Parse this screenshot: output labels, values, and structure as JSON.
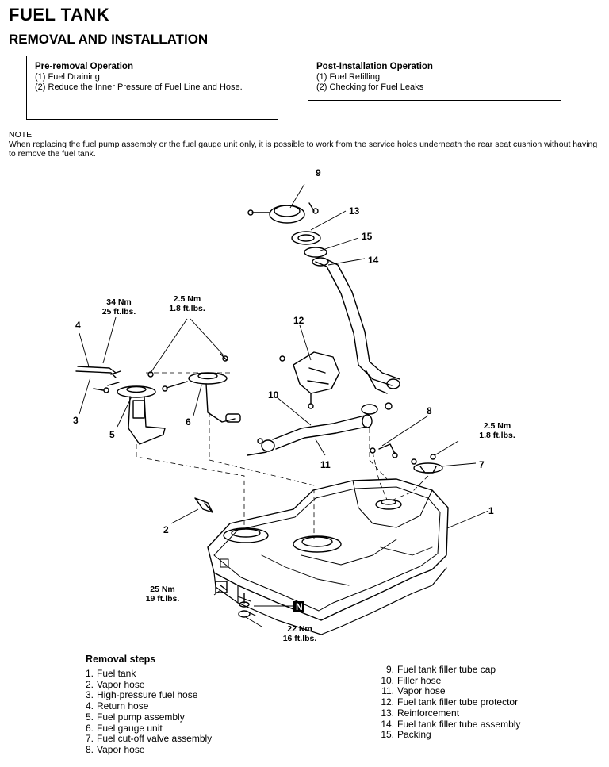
{
  "page": {
    "title": "FUEL TANK",
    "subtitle": "REMOVAL AND INSTALLATION"
  },
  "pre_removal": {
    "heading": "Pre-removal Operation",
    "items": [
      "(1)  Fuel Draining",
      "(2)  Reduce the Inner Pressure of Fuel Line and Hose."
    ]
  },
  "post_installation": {
    "heading": "Post-Installation Operation",
    "items": [
      "(1)  Fuel Refilling",
      "(2)  Checking for Fuel Leaks"
    ]
  },
  "note": {
    "heading": "NOTE",
    "text": "When replacing the fuel pump assembly or the fuel gauge unit only, it is possible to work from the service holes underneath the rear seat cushion without having to remove the fuel tank."
  },
  "diagram": {
    "callouts": [
      "1",
      "2",
      "3",
      "4",
      "5",
      "6",
      "7",
      "8",
      "9",
      "10",
      "11",
      "12",
      "13",
      "14",
      "15"
    ],
    "marker": "N",
    "torques": [
      {
        "nm": "34 Nm",
        "ft": "25 ft.lbs."
      },
      {
        "nm": "2.5 Nm",
        "ft": "1.8 ft.lbs."
      },
      {
        "nm": "2.5 Nm",
        "ft": "1.8 ft.lbs."
      },
      {
        "nm": "25 Nm",
        "ft": "19 ft.lbs."
      },
      {
        "nm": "22 Nm",
        "ft": "16 ft.lbs."
      }
    ]
  },
  "removal_steps": {
    "heading": "Removal steps",
    "left": [
      {
        "num": "1.",
        "text": "Fuel tank"
      },
      {
        "num": "2.",
        "text": "Vapor hose"
      },
      {
        "num": "3.",
        "text": "High-pressure fuel hose"
      },
      {
        "num": "4.",
        "text": "Return hose"
      },
      {
        "num": "5.",
        "text": "Fuel pump assembly"
      },
      {
        "num": "6.",
        "text": "Fuel gauge unit"
      },
      {
        "num": "7.",
        "text": "Fuel cut-off valve assembly"
      },
      {
        "num": "8.",
        "text": "Vapor hose"
      }
    ],
    "right": [
      {
        "num": "9.",
        "text": "Fuel tank filler tube cap"
      },
      {
        "num": "10.",
        "text": "Filler hose"
      },
      {
        "num": "11.",
        "text": "Vapor hose"
      },
      {
        "num": "12.",
        "text": "Fuel tank filler tube protector"
      },
      {
        "num": "13.",
        "text": "Reinforcement"
      },
      {
        "num": "14.",
        "text": "Fuel tank filler tube assembly"
      },
      {
        "num": "15.",
        "text": "Packing"
      }
    ]
  }
}
